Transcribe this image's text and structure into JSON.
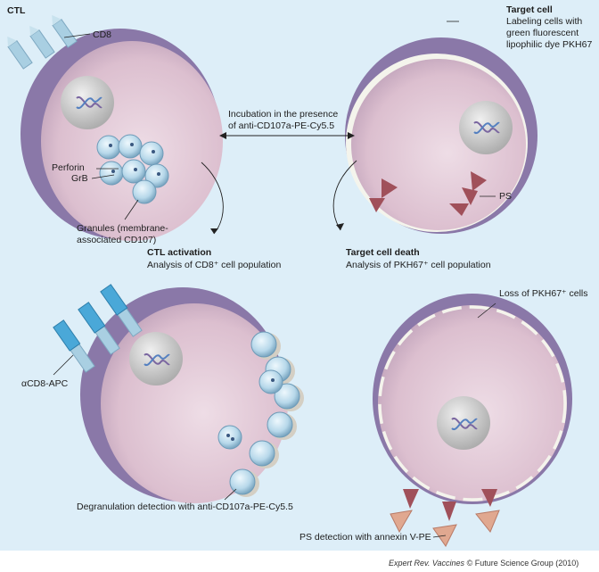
{
  "panel_title": "CTL",
  "labels": {
    "cd8": "CD8",
    "perforin": "Perforin",
    "grb": "GrB",
    "granules_line1": "Granules (membrane-",
    "granules_line2": "associated CD107)",
    "incubation_line1": "Incubation in the presence",
    "incubation_line2": "of anti-CD107a-PE-Cy5.5",
    "target_cell": "Target cell",
    "target_desc_line1": "Labeling cells with",
    "target_desc_line2": "green fluorescent",
    "target_desc_line3": "lipophilic dye PKH67",
    "ps": "PS",
    "ctl_activation": "CTL activation",
    "ctl_activation_desc": "Analysis of CD8⁺ cell population",
    "target_death": "Target cell death",
    "target_death_desc": "Analysis of PKH67⁺ cell population",
    "loss_pkh67": "Loss of PKH67⁺ cells",
    "acd8_apc": "αCD8-APC",
    "degranulation": "Degranulation detection with anti-CD107a-PE-Cy5.5",
    "ps_detection": "PS detection with annexin V-PE"
  },
  "credit": {
    "journal": "Expert Rev. Vaccines",
    "rest": "© Future Science Group (2010)"
  },
  "colors": {
    "background": "#ddeef8",
    "cell_body": "#dcbfcf",
    "cell_rim": "#8a78a8",
    "nucleus": "#c8c8c8",
    "granule": "#b7d8ea",
    "cd8_receptor": "#a9cfe2",
    "antibody_apc": "#4aa8d8",
    "ps_marker": "#a0505a",
    "annexin": "#e0a890",
    "pkh67_membrane": "#f4f4ec"
  }
}
